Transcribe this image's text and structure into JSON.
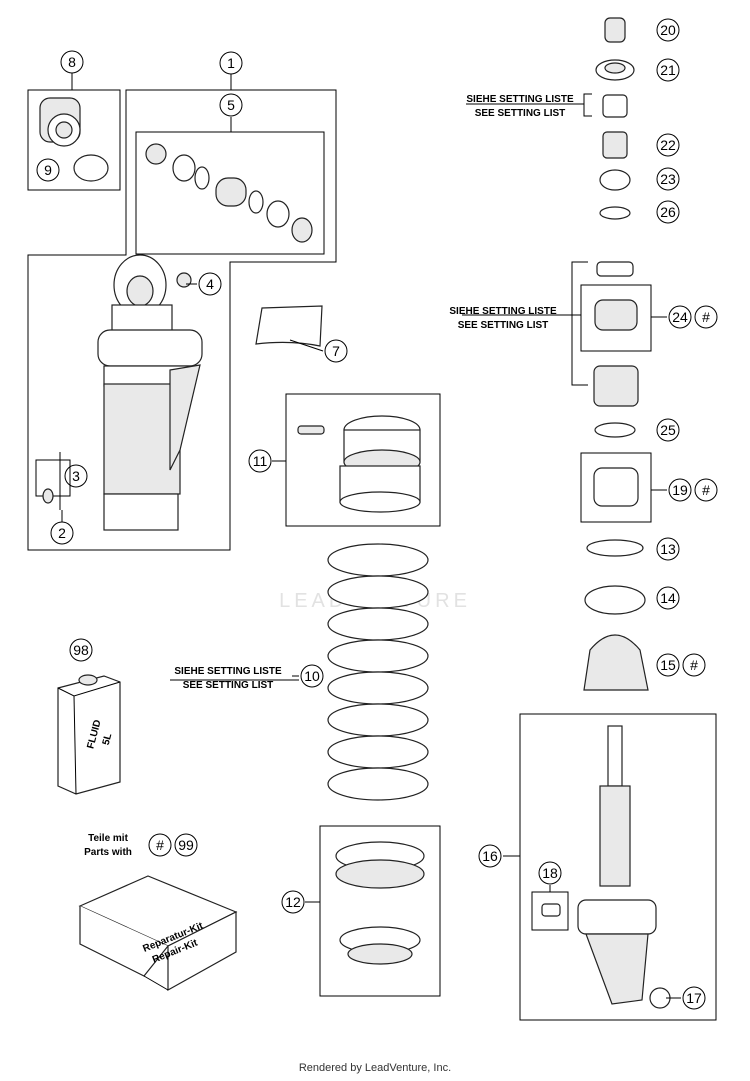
{
  "watermark": "LEADVENTURE",
  "footer": "Rendered by LeadVenture, Inc.",
  "setting_note": {
    "de": "SIEHE SETTING LISTE",
    "en": "SEE SETTING LIST"
  },
  "parts_note": {
    "de": "Teile mit",
    "en": "Parts with"
  },
  "fluid_can": {
    "line1": "FLUID",
    "line2": "5L"
  },
  "repair_box": {
    "line1": "Reparatur-Kit",
    "line2": "Repair-Kit"
  },
  "hash_symbol": "#",
  "callouts": {
    "c1": "1",
    "c2": "2",
    "c3": "3",
    "c4": "4",
    "c5": "5",
    "c7": "7",
    "c8": "8",
    "c9": "9",
    "c10": "10",
    "c11": "11",
    "c12": "12",
    "c13": "13",
    "c14": "14",
    "c15": "15",
    "c16": "16",
    "c17": "17",
    "c18": "18",
    "c19": "19",
    "c20": "20",
    "c21": "21",
    "c22": "22",
    "c23": "23",
    "c24": "24",
    "c25": "25",
    "c26": "26",
    "c98": "98",
    "c99": "99"
  }
}
